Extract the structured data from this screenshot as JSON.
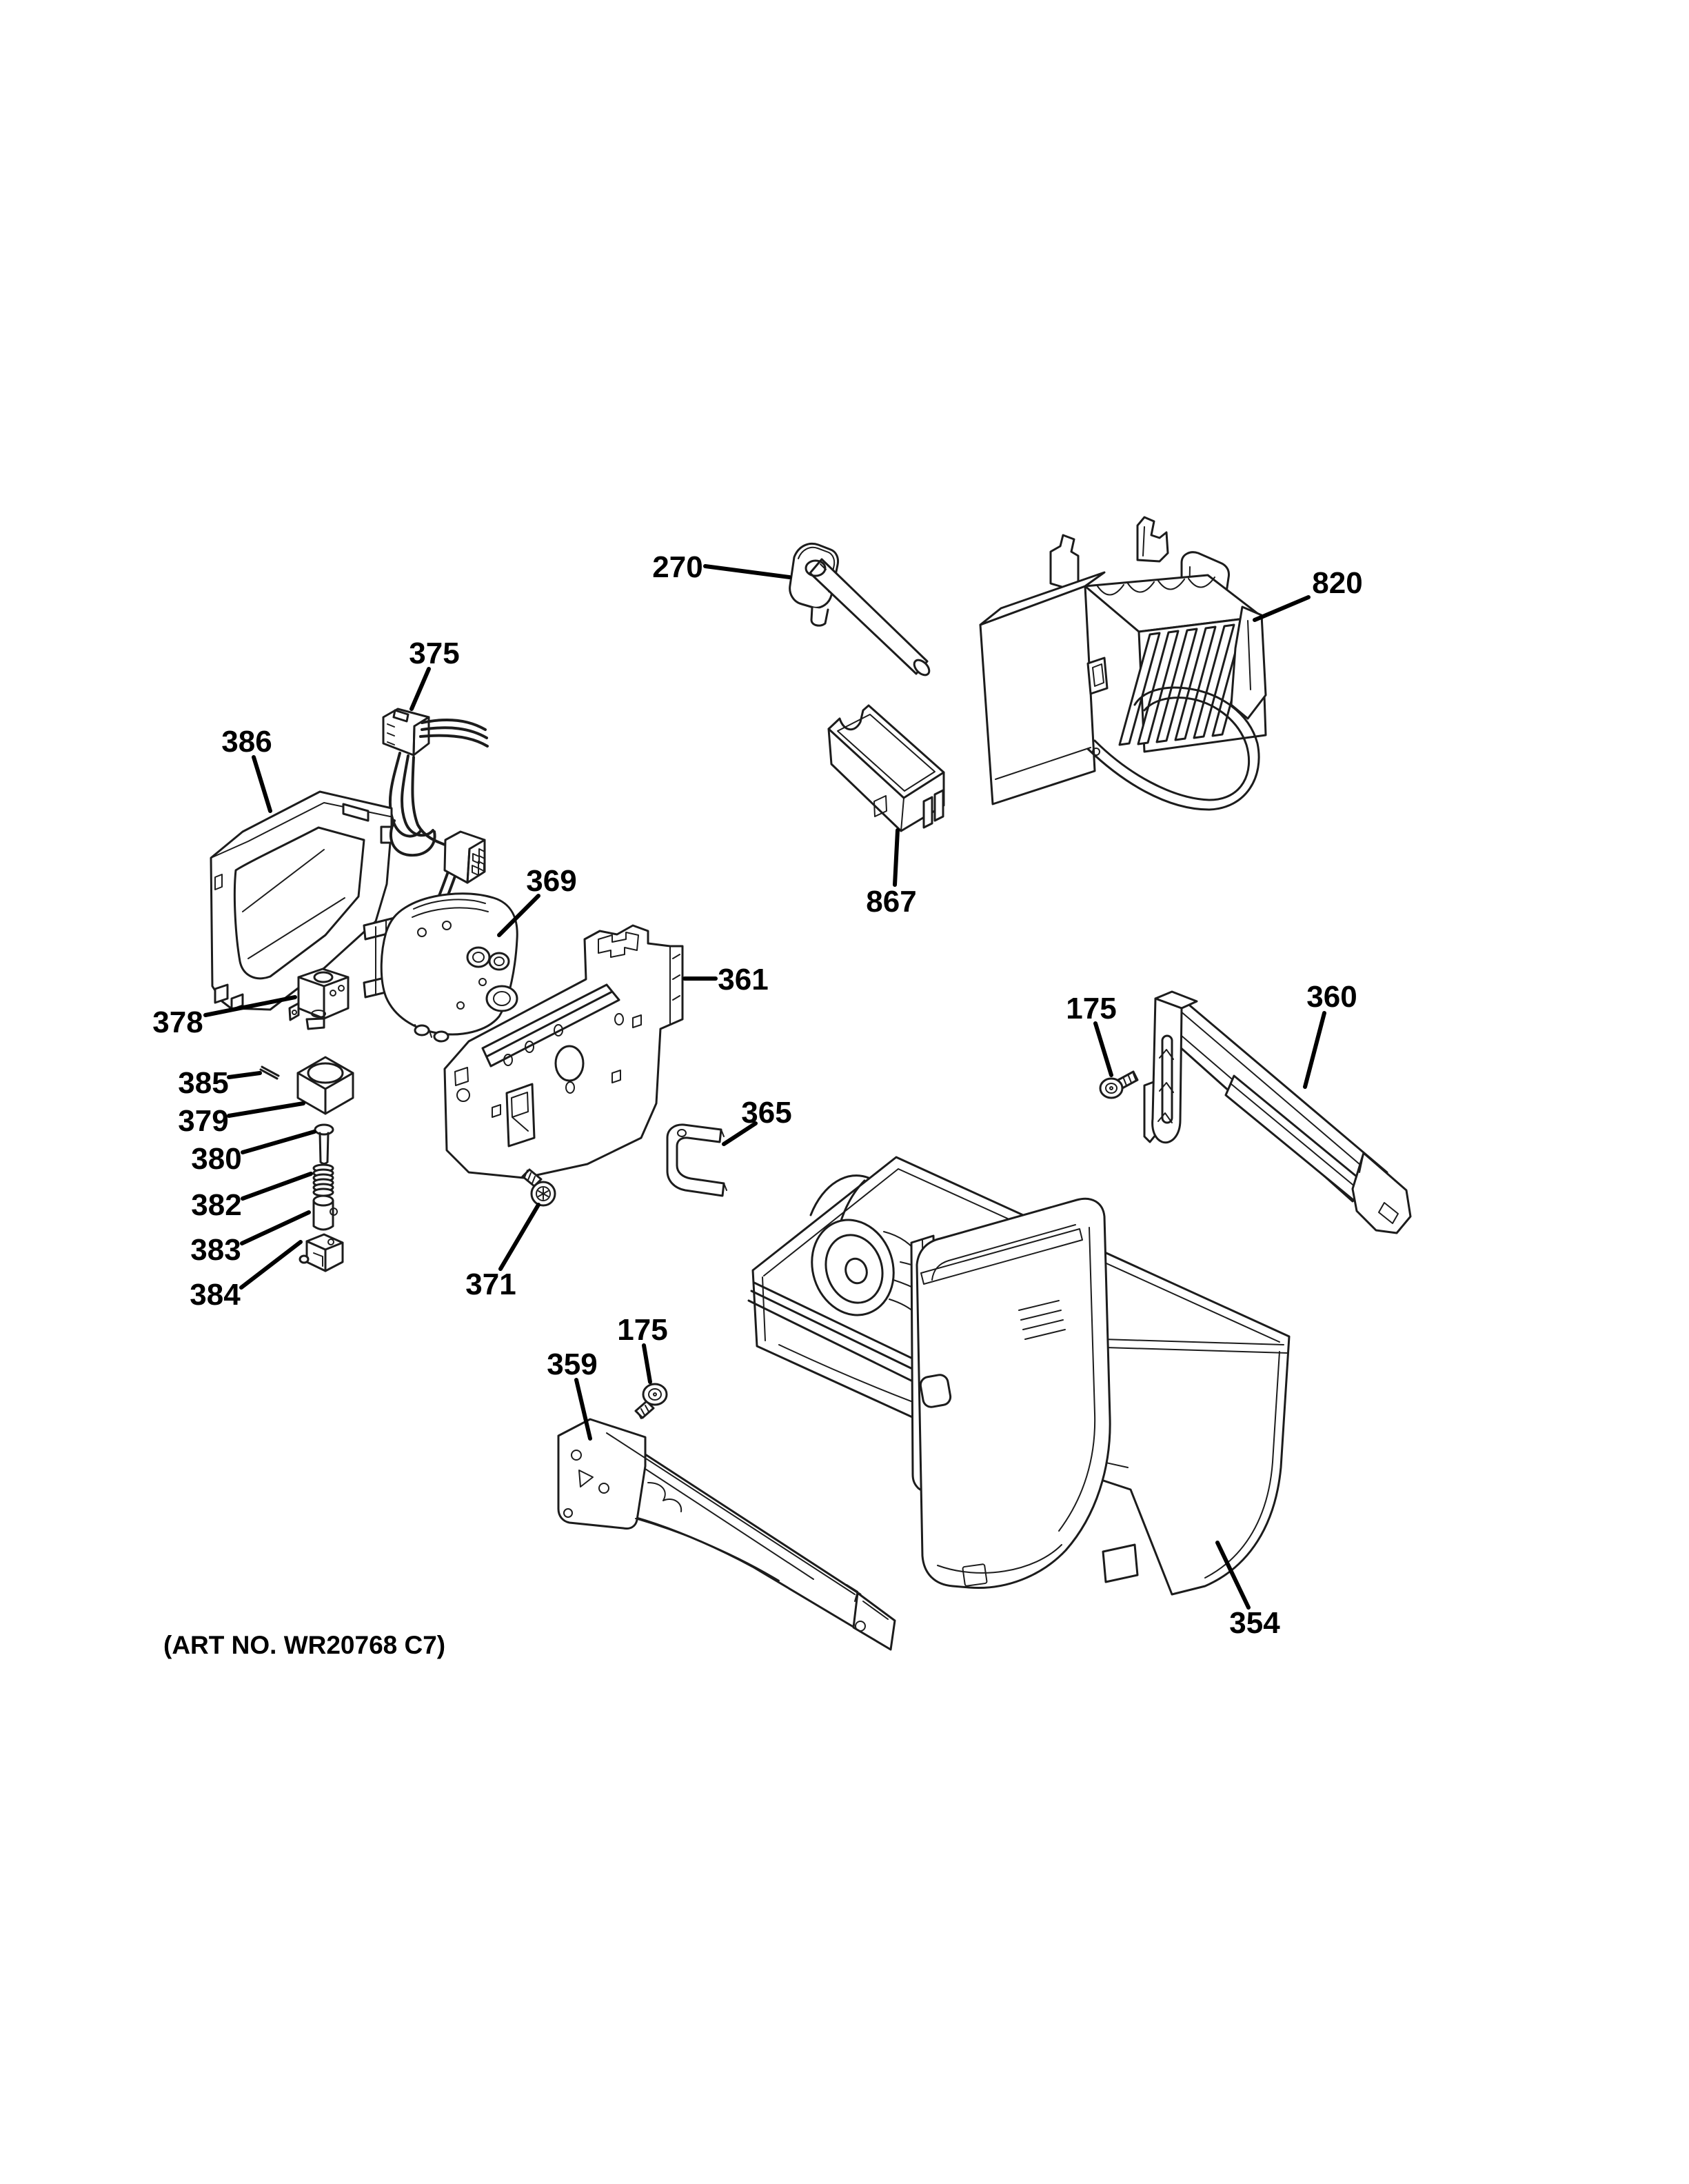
{
  "diagram": {
    "art_no": "(ART NO. WR20768 C7)",
    "callouts": {
      "c175": "175",
      "c270": "270",
      "c354": "354",
      "c359": "359",
      "c360": "360",
      "c361": "361",
      "c365": "365",
      "c369": "369",
      "c371": "371",
      "c375": "375",
      "c378": "378",
      "c379": "379",
      "c380": "380",
      "c382": "382",
      "c383": "383",
      "c384": "384",
      "c385": "385",
      "c386": "386",
      "c820": "820",
      "c867": "867"
    }
  }
}
